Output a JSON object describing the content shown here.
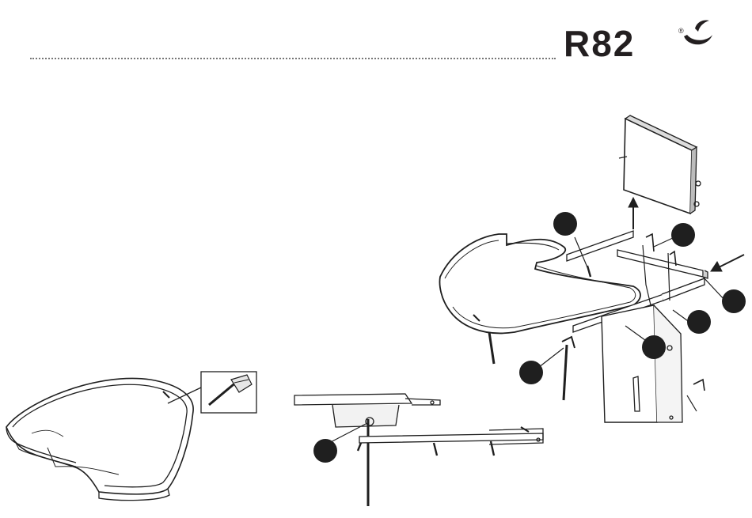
{
  "header": {
    "brand": "R82",
    "registered_mark": "®",
    "logo_icon": "swoosh-icon"
  },
  "illustrations": {
    "tray": "tray-illustration",
    "hex_key": "hex-key-icon",
    "side_view": "tray-side-view-illustration",
    "assembly": "tray-frame-assembly-illustration"
  },
  "callouts_count": 7,
  "colors": {
    "ink": "#1f1f1f",
    "rule": "#777777"
  }
}
